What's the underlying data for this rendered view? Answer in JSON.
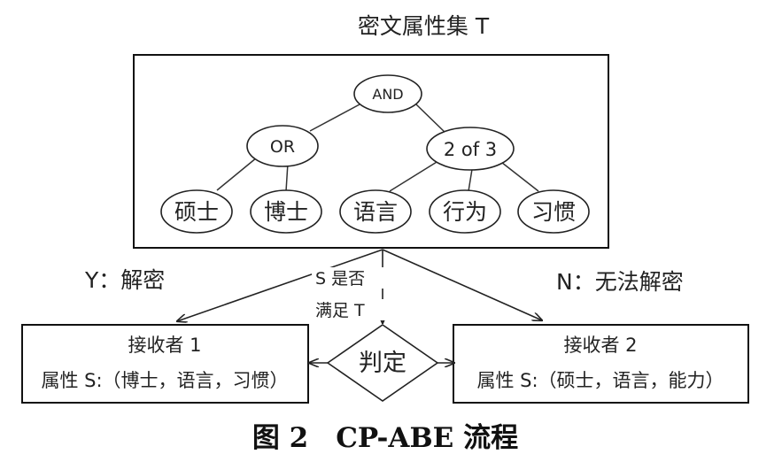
{
  "title": "密文属性集 T",
  "tree": {
    "root": "AND",
    "or_node": "OR",
    "threshold_node": "2 of 3",
    "leaves": [
      "硕士",
      "博士",
      "语言",
      "行为",
      "习惯"
    ]
  },
  "branch_yes": "Y：解密",
  "branch_no": "N：无法解密",
  "question_line1": "S 是否",
  "question_line2": "满足 T",
  "decision": "判定",
  "receiver1": {
    "title": "接收者 1",
    "attrs": "属性 S:（博士，语言，习惯）"
  },
  "receiver2": {
    "title": "接收者 2",
    "attrs": "属性 S:（硕士，语言，能力）"
  },
  "caption": "图 2　CP-ABE 流程"
}
